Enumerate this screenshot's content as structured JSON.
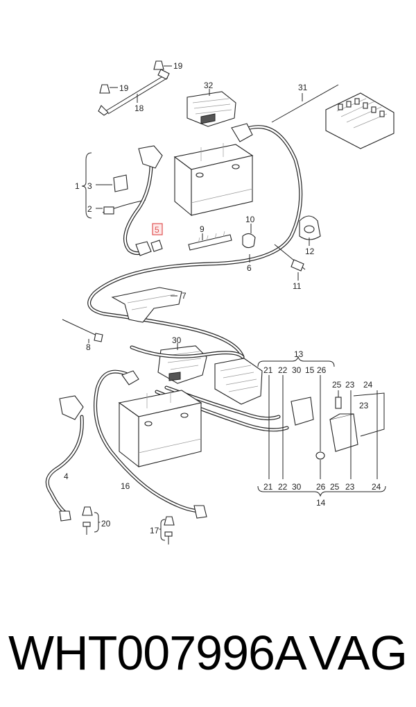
{
  "callouts": {
    "c1": "1",
    "c2": "2",
    "c3": "3",
    "c4": "4",
    "c5": "5",
    "c6": "6",
    "c7": "7",
    "c8": "8",
    "c9": "9",
    "c10": "10",
    "c11": "11",
    "c12": "12",
    "c13": "13",
    "c14": "14",
    "c15": "15",
    "c16": "16",
    "c17": "17",
    "c18": "18",
    "c19a": "19",
    "c19b": "19",
    "c20": "20",
    "c21a": "21",
    "c21b": "21",
    "c22a": "22",
    "c22b": "22",
    "c23a": "23",
    "c23b": "23",
    "c23c": "23",
    "c24a": "24",
    "c24b": "24",
    "c25a": "25",
    "c25b": "25",
    "c26a": "26",
    "c26b": "26",
    "c30a": "30",
    "c30b": "30",
    "c30c": "30",
    "c31": "31",
    "c32": "32"
  },
  "highlight_color": "#e05050",
  "highlighted_part": "5",
  "footer": {
    "part_number": "WHT007996A",
    "brand": "VAG"
  }
}
